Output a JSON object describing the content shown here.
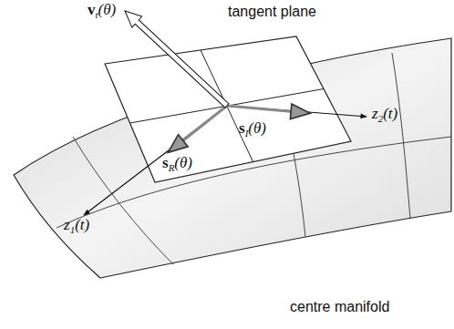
{
  "diagram": {
    "labels": [
      "tangent plane",
      "vt(θ)",
      "sI(θ)",
      "sR(θ)",
      "z2(t)",
      "z1(t)",
      "centre manifold"
    ]
  }
}
